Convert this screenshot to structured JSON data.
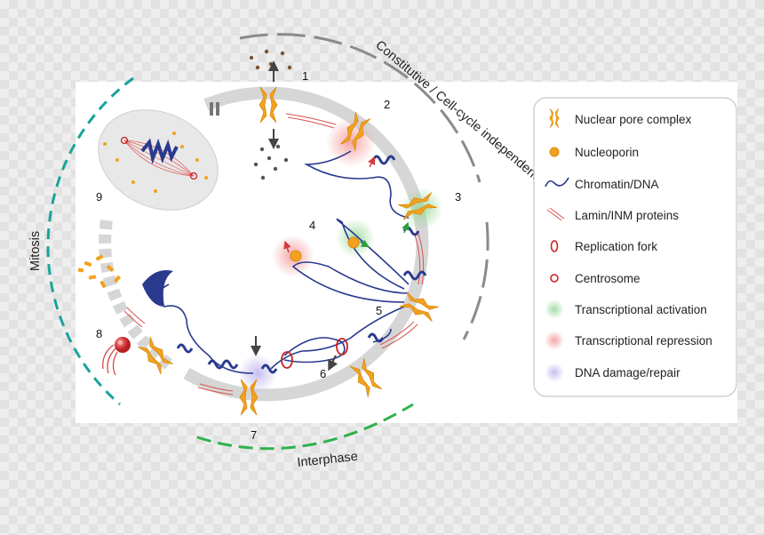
{
  "labels": {
    "constitutive": "Constitutive / Cell-cycle independent",
    "mitosis": "Mitosis",
    "interphase": "Interphase"
  },
  "steps": [
    "1",
    "2",
    "3",
    "4",
    "5",
    "6",
    "7",
    "8",
    "9"
  ],
  "legend": [
    {
      "label": "Nuclear pore complex",
      "icon": "nuclear-pore-complex-icon"
    },
    {
      "label": "Nucleoporin",
      "icon": "nucleoporin-icon"
    },
    {
      "label": "Chromatin/DNA",
      "icon": "chromatin-dna-icon"
    },
    {
      "label": "Lamin/INM proteins",
      "icon": "lamin-inm-icon"
    },
    {
      "label": "Replication fork",
      "icon": "replication-fork-icon"
    },
    {
      "label": "Centrosome",
      "icon": "centrosome-icon"
    },
    {
      "label": "Transcriptional activation",
      "icon": "activation-glow-icon"
    },
    {
      "label": "Transcriptional repression",
      "icon": "repression-glow-icon"
    },
    {
      "label": "DNA damage/repair",
      "icon": "dna-repair-glow-icon"
    }
  ],
  "colors": {
    "npc": "#f2a21e",
    "chromatin": "#2a3a8f",
    "lamin": "#d9534f",
    "activation": "#9fd8a0",
    "repression": "#f7b2b2",
    "repair": "#c9c2ef",
    "mitosis_arc": "#1aa39a",
    "interphase_arc": "#2fb24f",
    "constitutive_arc": "#8a8a8a",
    "envelope": "#d6d6d6"
  }
}
